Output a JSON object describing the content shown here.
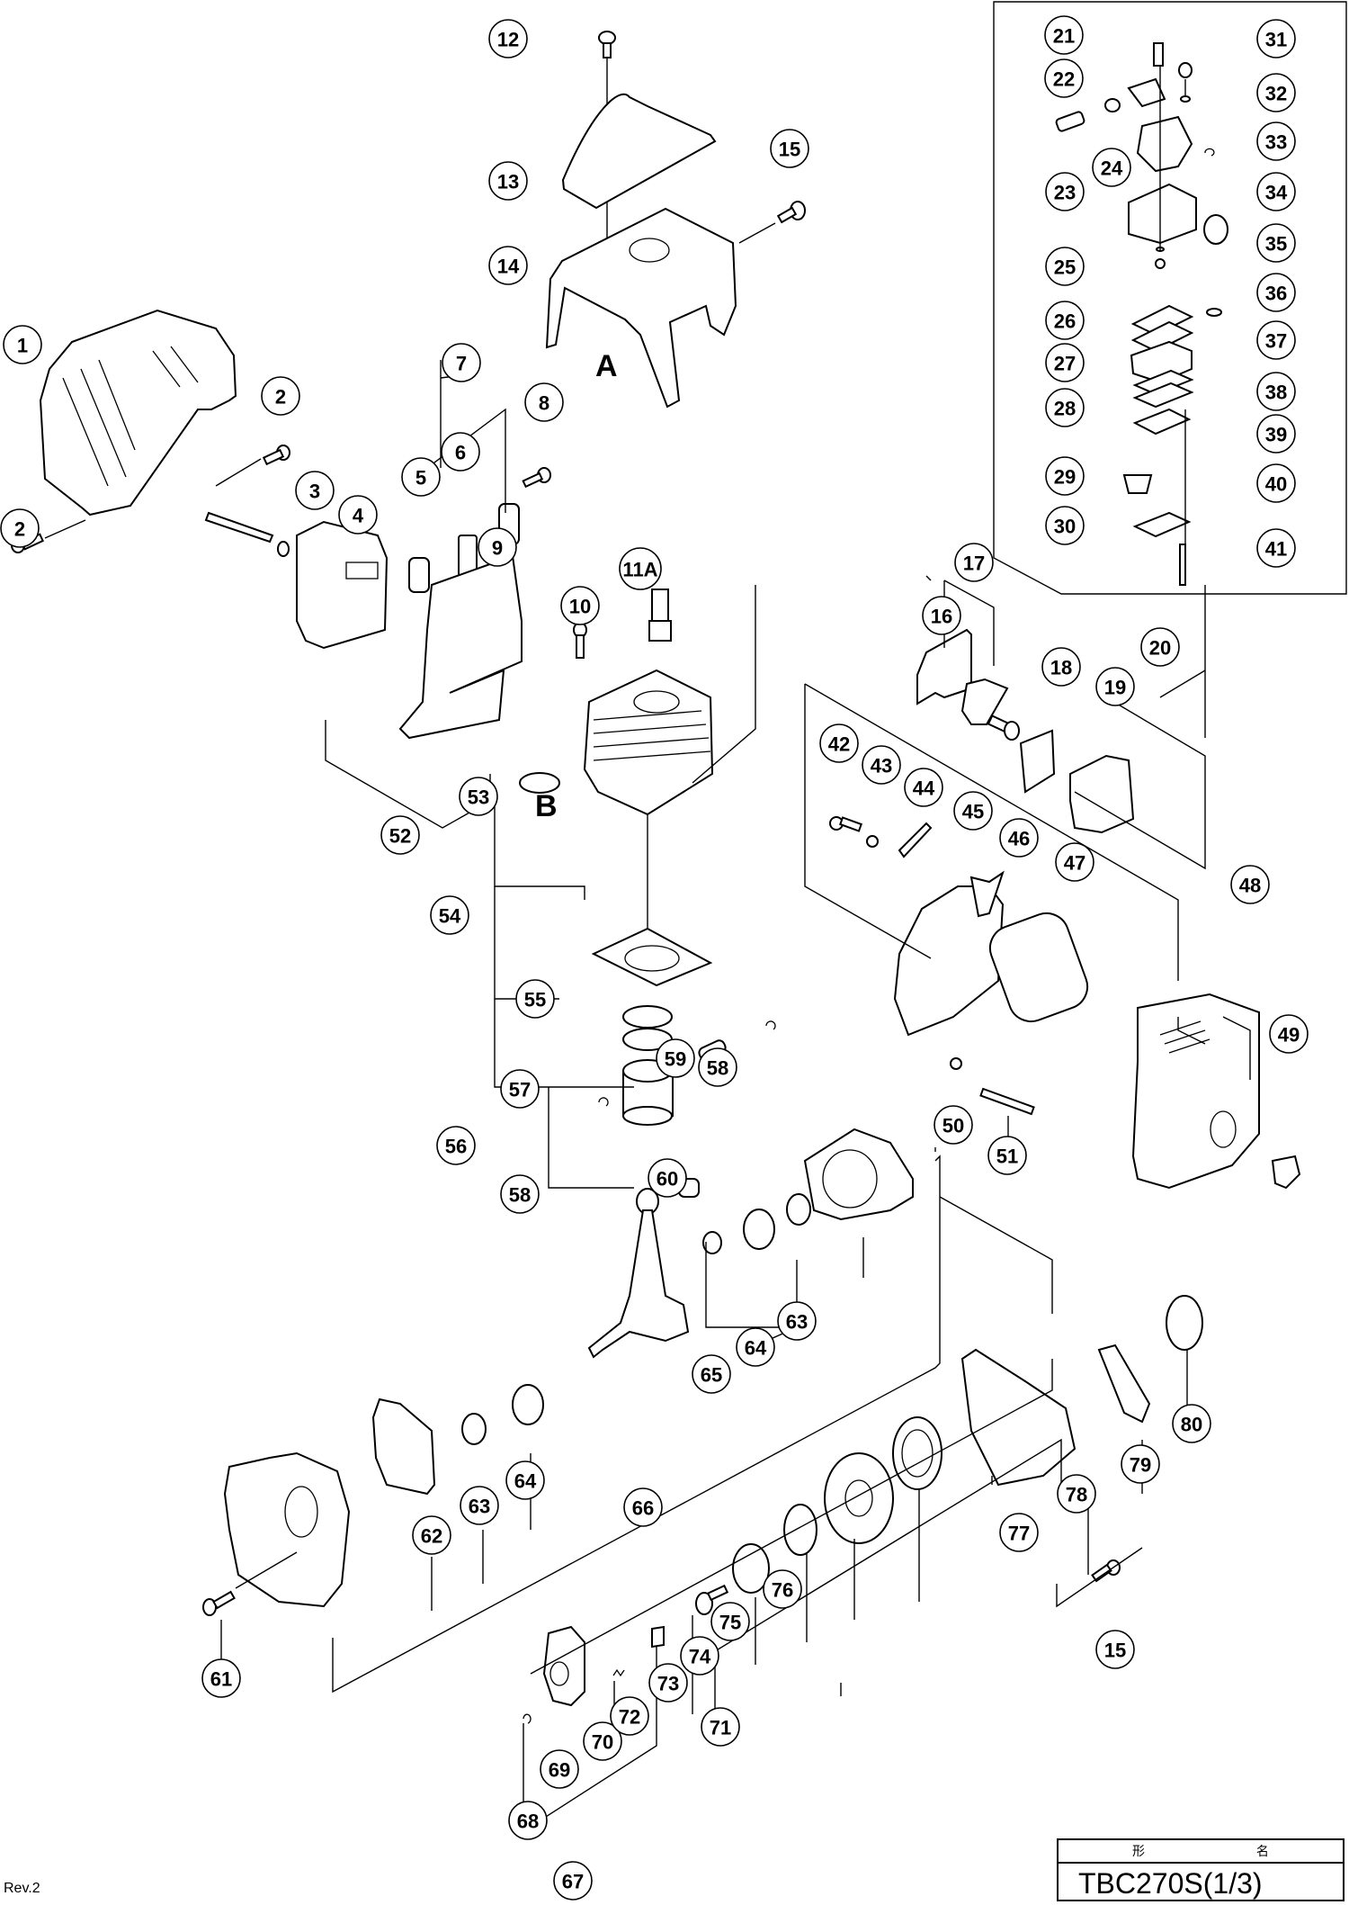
{
  "document": {
    "revision": "Rev.2",
    "title_block": {
      "header_label": "形 名",
      "model": "TBC270S(1/3)"
    },
    "reference_letters": [
      "A",
      "B"
    ]
  },
  "callouts": [
    {
      "id": "1",
      "label": "1"
    },
    {
      "id": "2a",
      "label": "2"
    },
    {
      "id": "2b",
      "label": "2"
    },
    {
      "id": "3",
      "label": "3"
    },
    {
      "id": "4",
      "label": "4"
    },
    {
      "id": "5",
      "label": "5"
    },
    {
      "id": "6",
      "label": "6"
    },
    {
      "id": "7",
      "label": "7"
    },
    {
      "id": "8",
      "label": "8"
    },
    {
      "id": "9",
      "label": "9"
    },
    {
      "id": "10",
      "label": "10"
    },
    {
      "id": "11A",
      "label": "11A"
    },
    {
      "id": "12",
      "label": "12"
    },
    {
      "id": "13",
      "label": "13"
    },
    {
      "id": "14",
      "label": "14"
    },
    {
      "id": "15a",
      "label": "15"
    },
    {
      "id": "15b",
      "label": "15"
    },
    {
      "id": "16",
      "label": "16"
    },
    {
      "id": "17",
      "label": "17"
    },
    {
      "id": "18",
      "label": "18"
    },
    {
      "id": "19",
      "label": "19"
    },
    {
      "id": "20",
      "label": "20"
    },
    {
      "id": "21",
      "label": "21"
    },
    {
      "id": "22",
      "label": "22"
    },
    {
      "id": "23",
      "label": "23"
    },
    {
      "id": "24",
      "label": "24"
    },
    {
      "id": "25",
      "label": "25"
    },
    {
      "id": "26",
      "label": "26"
    },
    {
      "id": "27",
      "label": "27"
    },
    {
      "id": "28",
      "label": "28"
    },
    {
      "id": "29",
      "label": "29"
    },
    {
      "id": "30",
      "label": "30"
    },
    {
      "id": "31",
      "label": "31"
    },
    {
      "id": "32",
      "label": "32"
    },
    {
      "id": "33",
      "label": "33"
    },
    {
      "id": "34",
      "label": "34"
    },
    {
      "id": "35",
      "label": "35"
    },
    {
      "id": "36",
      "label": "36"
    },
    {
      "id": "37",
      "label": "37"
    },
    {
      "id": "38",
      "label": "38"
    },
    {
      "id": "39",
      "label": "39"
    },
    {
      "id": "40",
      "label": "40"
    },
    {
      "id": "41",
      "label": "41"
    },
    {
      "id": "42",
      "label": "42"
    },
    {
      "id": "43",
      "label": "43"
    },
    {
      "id": "44",
      "label": "44"
    },
    {
      "id": "45",
      "label": "45"
    },
    {
      "id": "46",
      "label": "46"
    },
    {
      "id": "47",
      "label": "47"
    },
    {
      "id": "48",
      "label": "48"
    },
    {
      "id": "49",
      "label": "49"
    },
    {
      "id": "50",
      "label": "50"
    },
    {
      "id": "51",
      "label": "51"
    },
    {
      "id": "52",
      "label": "52"
    },
    {
      "id": "53",
      "label": "53"
    },
    {
      "id": "54",
      "label": "54"
    },
    {
      "id": "55",
      "label": "55"
    },
    {
      "id": "56",
      "label": "56"
    },
    {
      "id": "57",
      "label": "57"
    },
    {
      "id": "58a",
      "label": "58"
    },
    {
      "id": "58b",
      "label": "58"
    },
    {
      "id": "59",
      "label": "59"
    },
    {
      "id": "60",
      "label": "60"
    },
    {
      "id": "61",
      "label": "61"
    },
    {
      "id": "62",
      "label": "62"
    },
    {
      "id": "63a",
      "label": "63"
    },
    {
      "id": "63b",
      "label": "63"
    },
    {
      "id": "64a",
      "label": "64"
    },
    {
      "id": "64b",
      "label": "64"
    },
    {
      "id": "65",
      "label": "65"
    },
    {
      "id": "66",
      "label": "66"
    },
    {
      "id": "67",
      "label": "67"
    },
    {
      "id": "68",
      "label": "68"
    },
    {
      "id": "69",
      "label": "69"
    },
    {
      "id": "70",
      "label": "70"
    },
    {
      "id": "71",
      "label": "71"
    },
    {
      "id": "72",
      "label": "72"
    },
    {
      "id": "73",
      "label": "73"
    },
    {
      "id": "74",
      "label": "74"
    },
    {
      "id": "75",
      "label": "75"
    },
    {
      "id": "76",
      "label": "76"
    },
    {
      "id": "77",
      "label": "77"
    },
    {
      "id": "78",
      "label": "78"
    },
    {
      "id": "79",
      "label": "79"
    },
    {
      "id": "80",
      "label": "80"
    }
  ]
}
